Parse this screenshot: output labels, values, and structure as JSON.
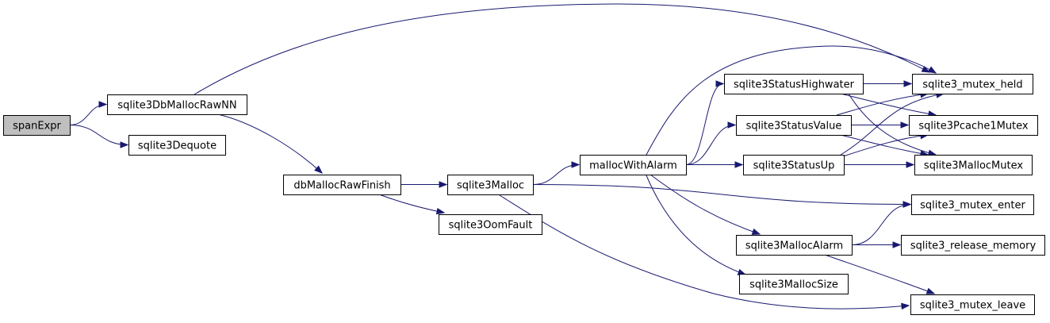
{
  "graph": {
    "nodes": [
      {
        "id": "spanExpr",
        "label": "spanExpr",
        "root": true
      },
      {
        "id": "sqlite3DbMallocRawNN",
        "label": "sqlite3DbMallocRawNN"
      },
      {
        "id": "sqlite3Dequote",
        "label": "sqlite3Dequote"
      },
      {
        "id": "dbMallocRawFinish",
        "label": "dbMallocRawFinish"
      },
      {
        "id": "sqlite3Malloc",
        "label": "sqlite3Malloc"
      },
      {
        "id": "sqlite3OomFault",
        "label": "sqlite3OomFault"
      },
      {
        "id": "mallocWithAlarm",
        "label": "mallocWithAlarm"
      },
      {
        "id": "sqlite3StatusHighwater",
        "label": "sqlite3StatusHighwater"
      },
      {
        "id": "sqlite3StatusValue",
        "label": "sqlite3StatusValue"
      },
      {
        "id": "sqlite3StatusUp",
        "label": "sqlite3StatusUp"
      },
      {
        "id": "sqlite3MallocAlarm",
        "label": "sqlite3MallocAlarm"
      },
      {
        "id": "sqlite3MallocSize",
        "label": "sqlite3MallocSize"
      },
      {
        "id": "sqlite3_mutex_held",
        "label": "sqlite3_mutex_held"
      },
      {
        "id": "sqlite3Pcache1Mutex",
        "label": "sqlite3Pcache1Mutex"
      },
      {
        "id": "sqlite3MallocMutex",
        "label": "sqlite3MallocMutex"
      },
      {
        "id": "sqlite3_mutex_enter",
        "label": "sqlite3_mutex_enter"
      },
      {
        "id": "sqlite3_release_memory",
        "label": "sqlite3_release_memory"
      },
      {
        "id": "sqlite3_mutex_leave",
        "label": "sqlite3_mutex_leave"
      }
    ],
    "edges": [
      {
        "from": "spanExpr",
        "to": "sqlite3DbMallocRawNN"
      },
      {
        "from": "spanExpr",
        "to": "sqlite3Dequote"
      },
      {
        "from": "sqlite3DbMallocRawNN",
        "to": "sqlite3_mutex_held"
      },
      {
        "from": "sqlite3DbMallocRawNN",
        "to": "dbMallocRawFinish"
      },
      {
        "from": "dbMallocRawFinish",
        "to": "sqlite3Malloc"
      },
      {
        "from": "dbMallocRawFinish",
        "to": "sqlite3OomFault"
      },
      {
        "from": "sqlite3Malloc",
        "to": "mallocWithAlarm"
      },
      {
        "from": "sqlite3Malloc",
        "to": "sqlite3_mutex_enter"
      },
      {
        "from": "sqlite3Malloc",
        "to": "sqlite3_mutex_leave"
      },
      {
        "from": "mallocWithAlarm",
        "to": "sqlite3_mutex_held"
      },
      {
        "from": "mallocWithAlarm",
        "to": "sqlite3StatusHighwater"
      },
      {
        "from": "mallocWithAlarm",
        "to": "sqlite3StatusValue"
      },
      {
        "from": "mallocWithAlarm",
        "to": "sqlite3StatusUp"
      },
      {
        "from": "mallocWithAlarm",
        "to": "sqlite3MallocAlarm"
      },
      {
        "from": "mallocWithAlarm",
        "to": "sqlite3MallocSize"
      },
      {
        "from": "sqlite3StatusHighwater",
        "to": "sqlite3_mutex_held"
      },
      {
        "from": "sqlite3StatusHighwater",
        "to": "sqlite3Pcache1Mutex"
      },
      {
        "from": "sqlite3StatusHighwater",
        "to": "sqlite3MallocMutex"
      },
      {
        "from": "sqlite3StatusValue",
        "to": "sqlite3_mutex_held"
      },
      {
        "from": "sqlite3StatusValue",
        "to": "sqlite3Pcache1Mutex"
      },
      {
        "from": "sqlite3StatusValue",
        "to": "sqlite3MallocMutex"
      },
      {
        "from": "sqlite3StatusUp",
        "to": "sqlite3_mutex_held"
      },
      {
        "from": "sqlite3StatusUp",
        "to": "sqlite3Pcache1Mutex"
      },
      {
        "from": "sqlite3StatusUp",
        "to": "sqlite3MallocMutex"
      },
      {
        "from": "sqlite3MallocAlarm",
        "to": "sqlite3_mutex_enter"
      },
      {
        "from": "sqlite3MallocAlarm",
        "to": "sqlite3_release_memory"
      },
      {
        "from": "sqlite3MallocAlarm",
        "to": "sqlite3_mutex_leave"
      }
    ]
  },
  "colors": {
    "edge": "#191970",
    "root_fill": "#bfbfbf",
    "node_fill": "#ffffff",
    "border": "#000000"
  }
}
